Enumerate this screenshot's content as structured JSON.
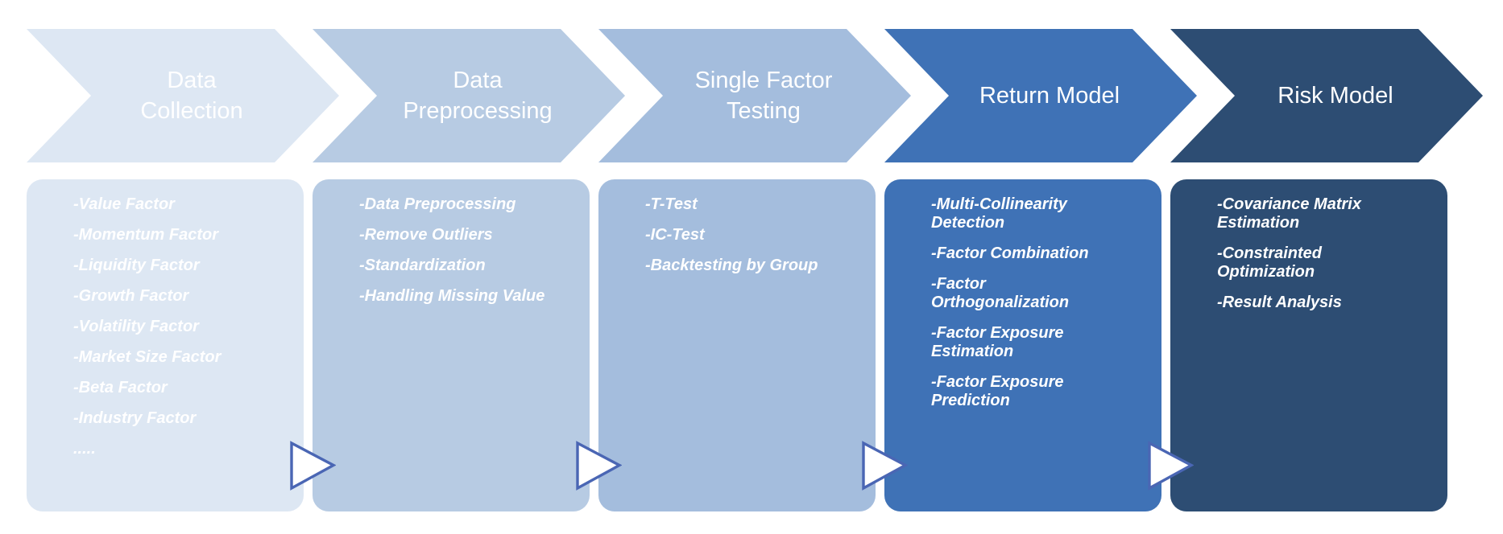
{
  "stages": [
    {
      "title": "Data\nCollection",
      "color": "#dde7f3",
      "items": [
        "-Value Factor",
        "-Momentum Factor",
        "-Liquidity Factor",
        "-Growth Factor",
        "-Volatility Factor",
        "-Market Size Factor",
        "-Beta Factor",
        "-Industry Factor",
        "....."
      ]
    },
    {
      "title": "Data\nPreprocessing",
      "color": "#b7cbe3",
      "items": [
        "-Data Preprocessing",
        "-Remove Outliers",
        "-Standardization",
        "-Handling Missing Value"
      ]
    },
    {
      "title": "Single Factor\nTesting",
      "color": "#a4bddd",
      "items": [
        "-T-Test",
        "-IC-Test",
        "-Backtesting by Group"
      ]
    },
    {
      "title": "Return Model",
      "color": "#3f72b6",
      "items": [
        "-Multi-Collinearity\nDetection",
        "-Factor Combination",
        "-Factor\nOrthogonalization",
        "-Factor Exposure\nEstimation",
        "-Factor Exposure\nPrediction"
      ]
    },
    {
      "title": "Risk Model",
      "color": "#2d4d73",
      "items": [
        "-Covariance Matrix\nEstimation",
        "-Constrainted\nOptimization",
        "-Result Analysis"
      ]
    }
  ],
  "colors": {
    "background": "#ffffff",
    "title_text": "#ffffff",
    "item_text": "#ffffff",
    "arrow_fill": "#ffffff",
    "arrow_stroke": "#4a66b4"
  }
}
